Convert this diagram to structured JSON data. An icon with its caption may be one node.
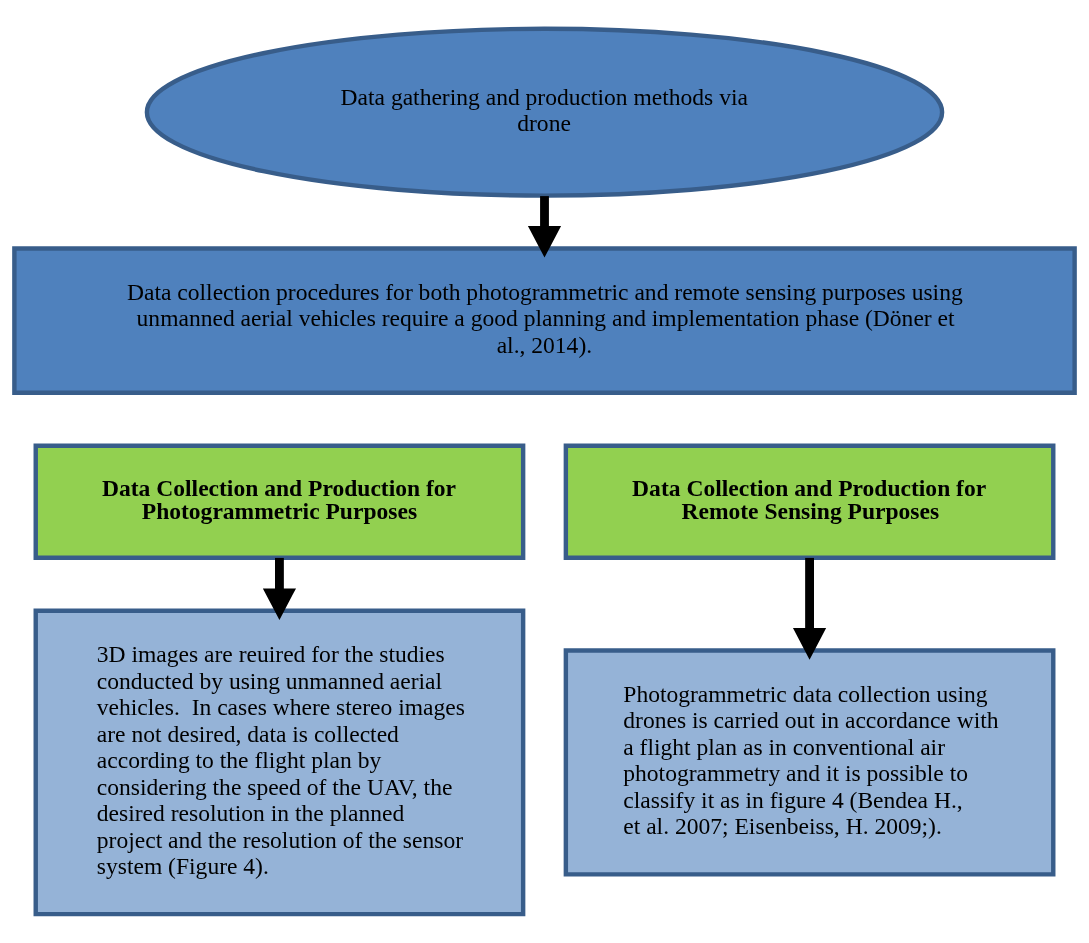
{
  "diagram": {
    "nodes": [
      {
        "text": [
          "Data gathering and production methods via drone"
        ]
      },
      {
        "text": [
          "Data collection procedures for both photogrammetric and remote sensing purposes using unmanned aerial vehicles require a good planning and implementation phase (Döner et al., 2014)."
        ]
      },
      {
        "text": [
          "Data Collection and Production for Photogrammetric Purposes"
        ]
      },
      {
        "text": [
          "Data Collection and Production for Remote Sensing Purposes"
        ]
      },
      {
        "text": [
          "3D images are reuired for the studies conducted by using unmanned aerial vehicles.  In cases where stereo images are not desired, data is collected according to the flight plan by considering the speed of the UAV, the desired resolution in the planned project and the resolution of the sensor system (Figure 4)."
        ]
      },
      {
        "text": [
          "Photogrammetric data collection using drones is carried out in accordance with a flight plan as in conventional air photogrammetry and it is possible to classify it as in figure 4 (Bendea H., et al. 2007; Eisenbeiss, H. 2009;)."
        ]
      }
    ],
    "edges": [
      {
        "from": 0,
        "to": 1,
        "arrow": "to"
      },
      {
        "from": 2,
        "to": 4,
        "arrow": "to"
      },
      {
        "from": 3,
        "to": 5,
        "arrow": "to"
      }
    ]
  }
}
